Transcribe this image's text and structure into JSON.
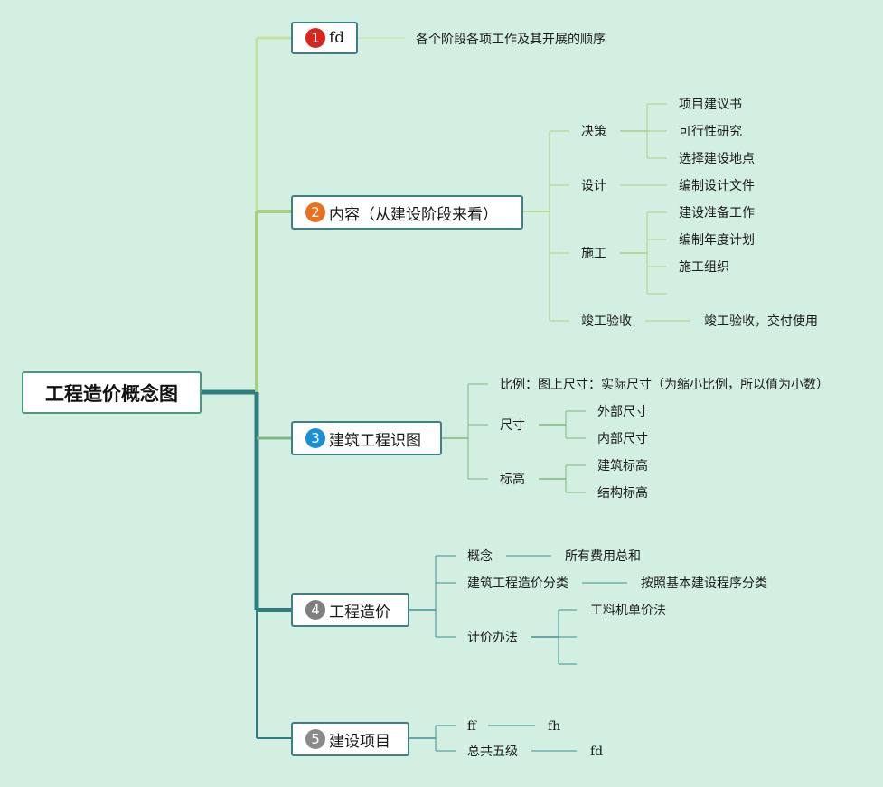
{
  "root": {
    "label": "工程造价概念图"
  },
  "colors": {
    "background": "#d3efe2",
    "badge1": "#d9261c",
    "badge2": "#e8701f",
    "badge3": "#1a8fd6",
    "badge4": "#7f7f7f",
    "badge5": "#8a8a8a"
  },
  "topics": [
    {
      "num": "1",
      "label": "fd",
      "children": {
        "a": "各个阶段各项工作及其开展的顺序"
      }
    },
    {
      "num": "2",
      "label": "内容（从建设阶段来看）",
      "children": {
        "juece": "决策",
        "juece_items": [
          "项目建议书",
          "可行性研究",
          "选择建设地点"
        ],
        "sheji": "设计",
        "sheji_item": "编制设计文件",
        "shigong": "施工",
        "shigong_items": [
          "建设准备工作",
          "编制年度计划",
          "施工组织"
        ],
        "jungong": "竣工验收",
        "jungong_item": "竣工验收，交付使用"
      }
    },
    {
      "num": "3",
      "label": "建筑工程识图",
      "children": {
        "bili": "比例：图上尺寸：实际尺寸（为缩小比例，所以值为小数）",
        "chicun": "尺寸",
        "chicun_items": [
          "外部尺寸",
          "内部尺寸"
        ],
        "biaogao": "标高",
        "biaogao_items": [
          "建筑标高",
          "结构标高"
        ]
      }
    },
    {
      "num": "4",
      "label": "工程造价",
      "children": {
        "gainian": "概念",
        "gainian_item": "所有费用总和",
        "fenlei": "建筑工程造价分类",
        "fenlei_item": "按照基本建设程序分类",
        "jijia": "计价办法",
        "jijia_item": "工料机单价法"
      }
    },
    {
      "num": "5",
      "label": "建设项目",
      "children": {
        "ff": "ff",
        "ff_item": "fh",
        "zonggong": "总共五级",
        "zonggong_item": "fd"
      }
    }
  ]
}
